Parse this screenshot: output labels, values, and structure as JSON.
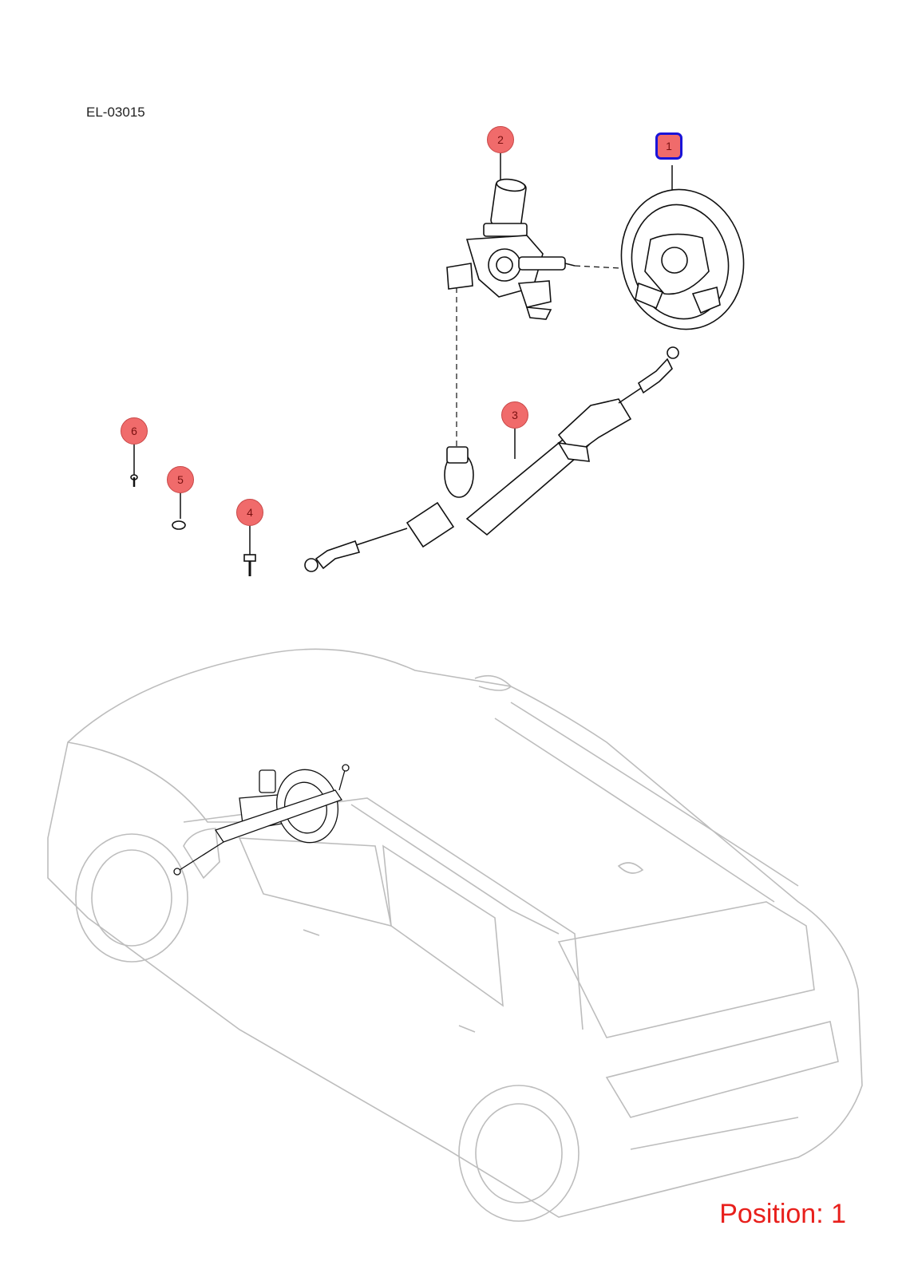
{
  "diagram_code": "EL-03015",
  "position_text": "Position: 1",
  "selected_position": "1",
  "callouts": [
    {
      "number": "1",
      "part": "steering-wheel"
    },
    {
      "number": "2",
      "part": "steering-column"
    },
    {
      "number": "3",
      "part": "steering-rack"
    },
    {
      "number": "4",
      "part": "bolt"
    },
    {
      "number": "5",
      "part": "nut"
    },
    {
      "number": "6",
      "part": "screw"
    }
  ],
  "colors": {
    "callout_fill": "#f06b6b",
    "selection_outline": "#1a14d8",
    "position_text": "#e8201c",
    "car_outline": "#bdbdbd",
    "part_stroke": "#111111"
  }
}
